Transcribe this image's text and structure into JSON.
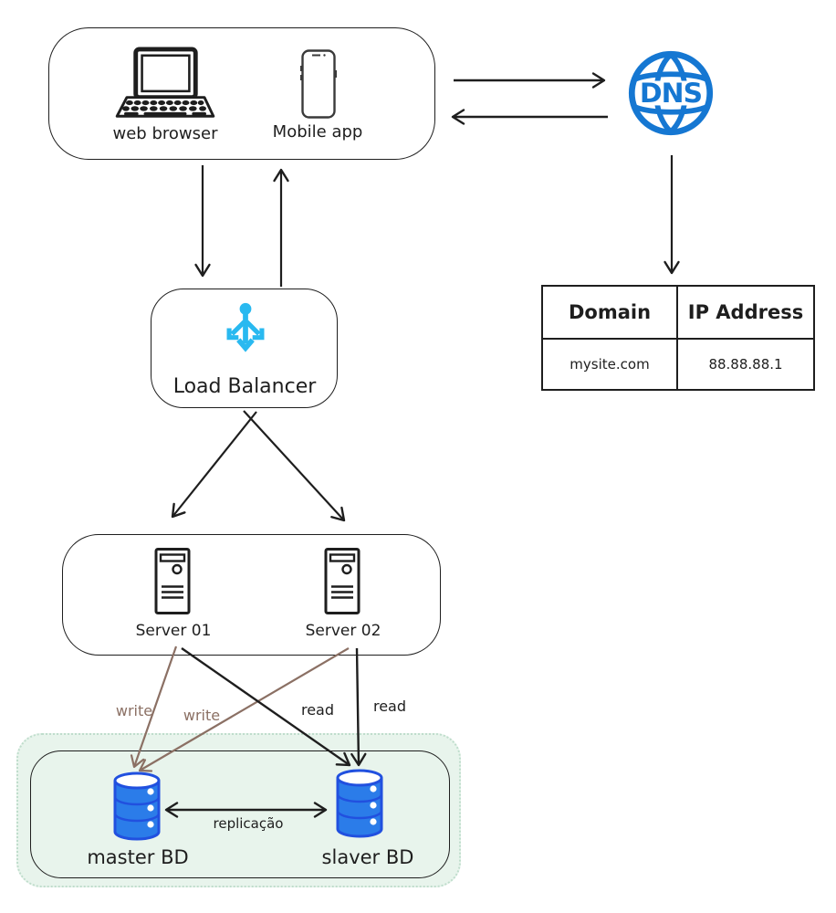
{
  "colors": {
    "stroke": "#1e1e1e",
    "dns_blue": "#1577d2",
    "load_balancer_cyan": "#29b9f0",
    "db_fill_blue": "#2b7ce9",
    "db_stroke_blue": "#2150df",
    "write_brown": "#8b7064",
    "replication_zone_green": "#e8f4ec"
  },
  "clients": {
    "web_browser_label": "web browser",
    "mobile_app_label": "Mobile app"
  },
  "dns": {
    "label": "DNS"
  },
  "dns_table": {
    "col_domain": "Domain",
    "col_ip": "IP Address",
    "domain_value": "mysite.com",
    "ip_value": "88.88.88.1"
  },
  "load_balancer": {
    "label": "Load Balancer"
  },
  "servers": {
    "server_01_label": "Server 01",
    "server_02_label": "Server 02"
  },
  "edge_labels": {
    "write_1": "write",
    "write_2": "write",
    "read_1": "read",
    "read_2": "read",
    "replication": "replicação"
  },
  "databases": {
    "master_label": "master BD",
    "slave_label": "slaver BD"
  }
}
